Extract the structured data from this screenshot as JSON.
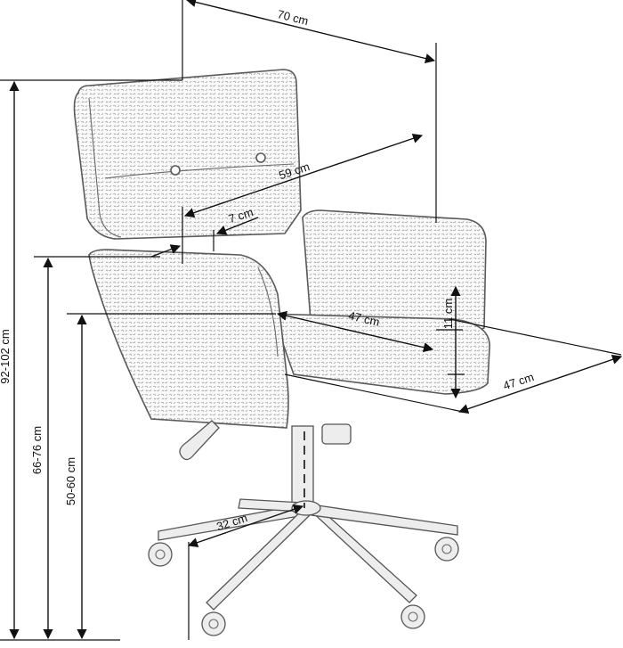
{
  "dimensions": {
    "total_height": "92-102 cm",
    "armrest_height": "66-76 cm",
    "seat_height": "50-60 cm",
    "total_width": "70 cm",
    "backrest_width": "59 cm",
    "armrest_width": "7 cm",
    "seat_width": "47 cm",
    "seat_depth": "47 cm",
    "armrest_above_seat": "11 cm",
    "base_radius": "32 cm"
  }
}
